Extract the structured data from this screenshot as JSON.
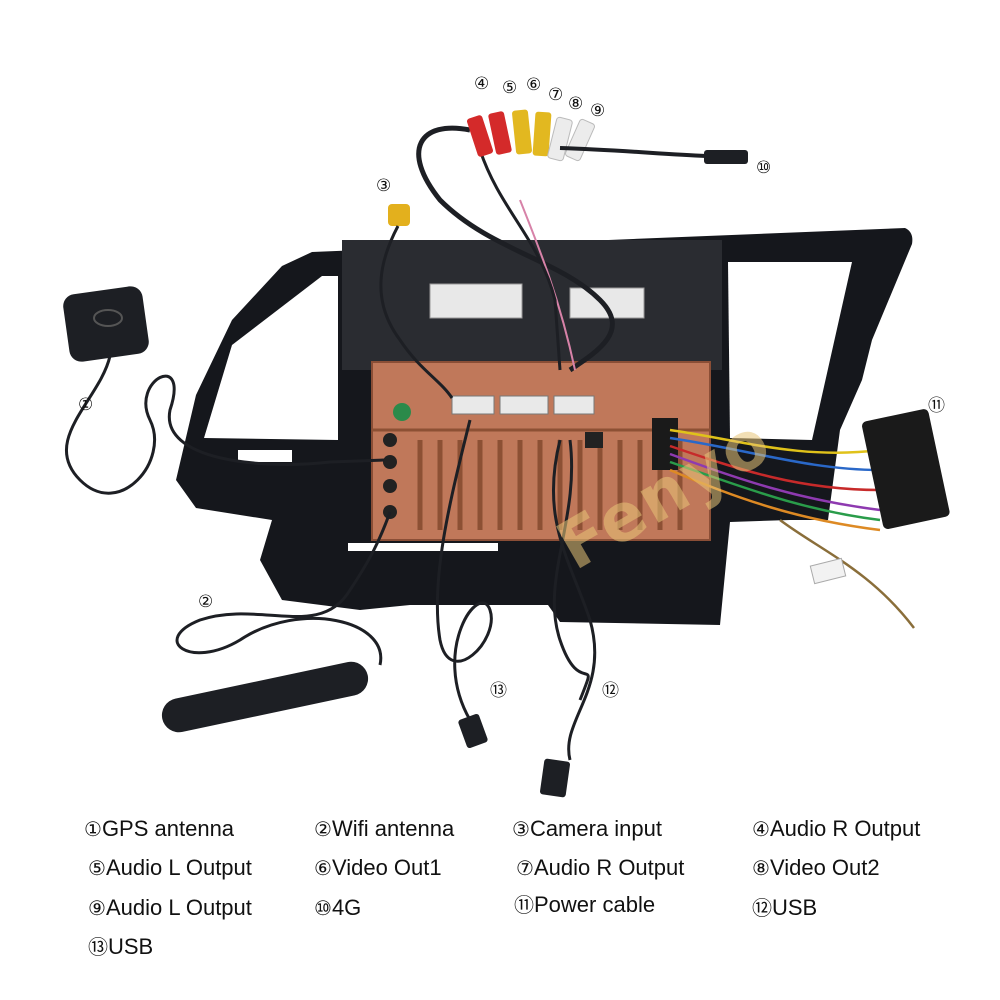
{
  "callouts": {
    "c1": "①",
    "c2": "②",
    "c3": "③",
    "c4": "④",
    "c5": "⑤",
    "c6": "⑥",
    "c7": "⑦",
    "c8": "⑧",
    "c9": "⑨",
    "c10": "⑩",
    "c11": "⑪",
    "c12": "⑫",
    "c13": "⑬"
  },
  "watermark": "Fenyo",
  "legend": [
    {
      "num": "①",
      "label": "GPS antenna"
    },
    {
      "num": "②",
      "label": "Wifi antenna"
    },
    {
      "num": "③",
      "label": "Camera input"
    },
    {
      "num": "④",
      "label": "Audio R Output"
    },
    {
      "num": "⑤",
      "label": "Audio L Output"
    },
    {
      "num": "⑥",
      "label": "Video  Out1"
    },
    {
      "num": "⑦",
      "label": "Audio R Output"
    },
    {
      "num": "⑧",
      "label": "Video  Out2"
    },
    {
      "num": "⑨",
      "label": "Audio L Output"
    },
    {
      "num": "⑩",
      "label": "4G"
    },
    {
      "num": "⑪",
      "label": "Power cable"
    },
    {
      "num": "⑫",
      "label": "USB"
    },
    {
      "num": "⑬",
      "label": "USB"
    }
  ],
  "colors": {
    "frame": "#15171c",
    "copper": "#c0785a",
    "rca_red": "#d42a2a",
    "rca_yellow": "#e2b820",
    "rca_white": "#ececec",
    "camera_plug": "#e3b01d"
  }
}
